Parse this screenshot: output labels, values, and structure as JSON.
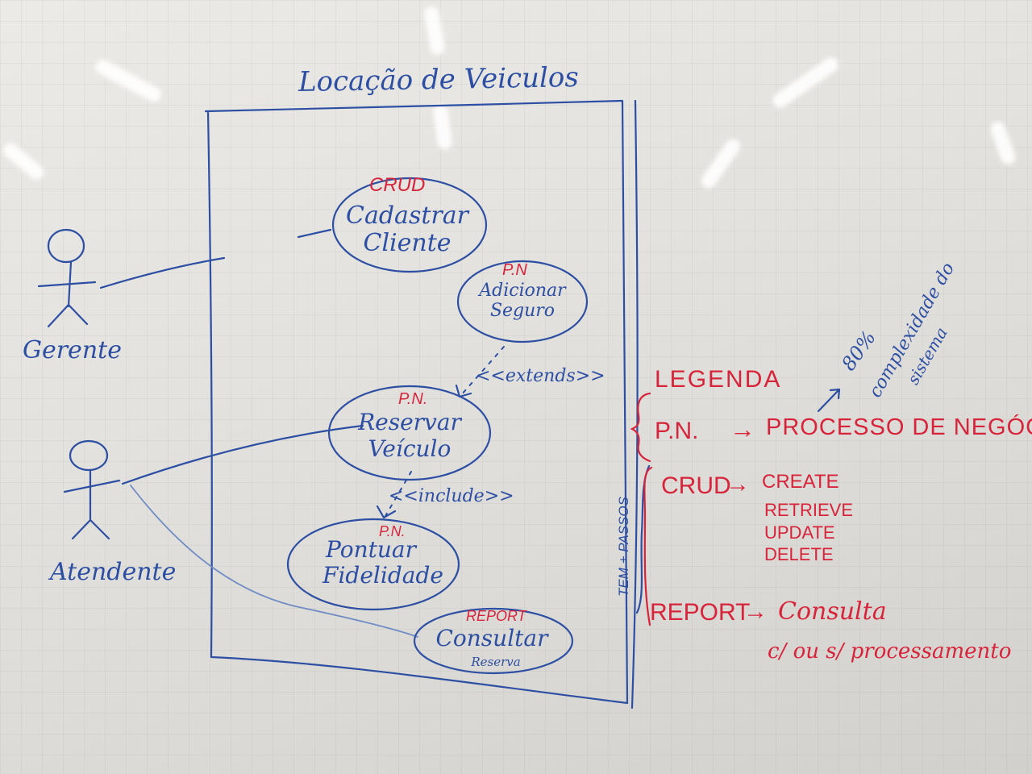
{
  "title": "Locação de Veiculos",
  "actors": [
    {
      "name": "Gerente"
    },
    {
      "name": "Atendente"
    }
  ],
  "use_cases": [
    {
      "tag": "CRUD",
      "label_line1": "Cadastrar",
      "label_line2": "Cliente"
    },
    {
      "tag": "P.N",
      "label_line1": "Adicionar",
      "label_line2": "Seguro"
    },
    {
      "tag": "P.N.",
      "label_line1": "Reservar",
      "label_line2": "Veículo"
    },
    {
      "tag": "P.N.",
      "label_line1": "Pontuar",
      "label_line2": "Fidelidade"
    },
    {
      "tag": "REPORT",
      "label_line1": "Consultar",
      "label_line2": "Reserva"
    }
  ],
  "relations": {
    "extends": "<<extends>>",
    "include": "<<include>>"
  },
  "side_note": "TEM + PASSOS",
  "legend": {
    "title": "LEGENDA",
    "pn": {
      "key": "P.N.",
      "arrow": "→",
      "value": "PROCESSO DE NEGÓCIO"
    },
    "complexity": {
      "arrow": "→",
      "line1": "80%",
      "line2": "complexidade do",
      "line3": "sistema"
    },
    "crud": {
      "key": "CRUD",
      "arrow": "→",
      "value1": "CREATE",
      "value2": "RETRIEVE",
      "value3": "UPDATE",
      "value4": "DELETE"
    },
    "report": {
      "key": "REPORT",
      "arrow": "→",
      "value": "Consulta",
      "value2": "c/ ou s/ processamento"
    }
  },
  "colors": {
    "blue_marker": "#2d4fa3",
    "red_marker": "#d8243a",
    "board": "#e6e4e0"
  }
}
